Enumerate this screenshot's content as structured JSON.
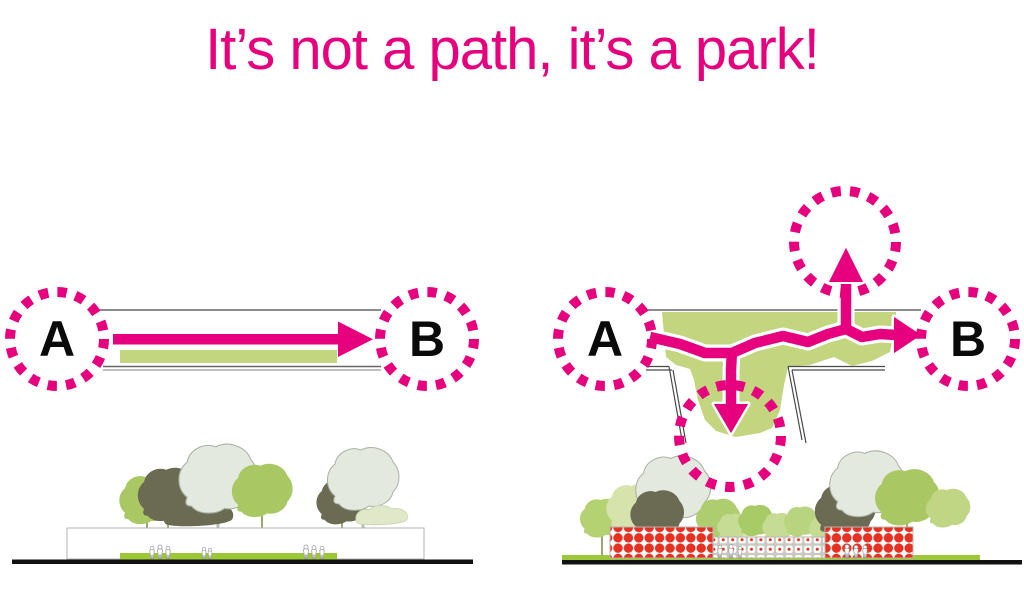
{
  "title": {
    "text": "It’s not a path, it’s a park!"
  },
  "diagram_straight": {
    "node_a": "A",
    "node_b": "B"
  },
  "diagram_park": {
    "node_a": "A",
    "node_b": "B"
  },
  "colors": {
    "magenta": "#e6007e",
    "park_green": "#c3d57f",
    "ground_green": "#9cc837",
    "dot_red": "#e63122",
    "lattice_gray": "#c9c9c2",
    "tree_pale": "#e4e9e0",
    "tree_olive": "#6b6b54",
    "tree_green": "#a9c763",
    "tree_light": "#c6db94",
    "ink": "#0a0a0a",
    "line_gray": "#8a8a8a"
  }
}
